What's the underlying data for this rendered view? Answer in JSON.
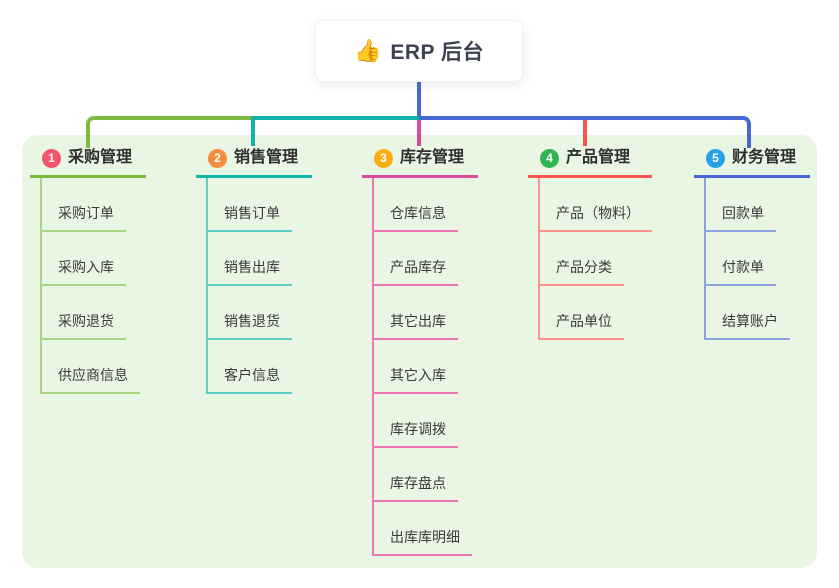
{
  "root": {
    "label": "ERP 后台",
    "icon": "👍"
  },
  "panel": {
    "background": "#e9f6e3"
  },
  "connector": {
    "root_line_color": "#4767d6"
  },
  "branches": [
    {
      "num": "1",
      "title": "采购管理",
      "badge_color": "#f4536e",
      "line_color": "#7eba40",
      "light_color": "#a9d57f",
      "children": [
        "采购订单",
        "采购入库",
        "采购退货",
        "供应商信息"
      ]
    },
    {
      "num": "2",
      "title": "销售管理",
      "badge_color": "#f68c3d",
      "line_color": "#12b5ac",
      "light_color": "#5fcec6",
      "children": [
        "销售订单",
        "销售出库",
        "销售退货",
        "客户信息"
      ]
    },
    {
      "num": "3",
      "title": "库存管理",
      "badge_color": "#fbad15",
      "line_color": "#d84c9e",
      "light_color": "#ee75b3",
      "children": [
        "仓库信息",
        "产品库存",
        "其它出库",
        "其它入库",
        "库存调拨",
        "库存盘点",
        "出库库明细"
      ]
    },
    {
      "num": "4",
      "title": "产品管理",
      "badge_color": "#2fb456",
      "line_color": "#f8544e",
      "light_color": "#fa938d",
      "children": [
        "产品（物料）",
        "产品分类",
        "产品单位"
      ]
    },
    {
      "num": "5",
      "title": "财务管理",
      "badge_color": "#27a2e5",
      "line_color": "#4767d6",
      "light_color": "#8ca2e0",
      "children": [
        "回款单",
        "付款单",
        "结算账户"
      ]
    }
  ]
}
